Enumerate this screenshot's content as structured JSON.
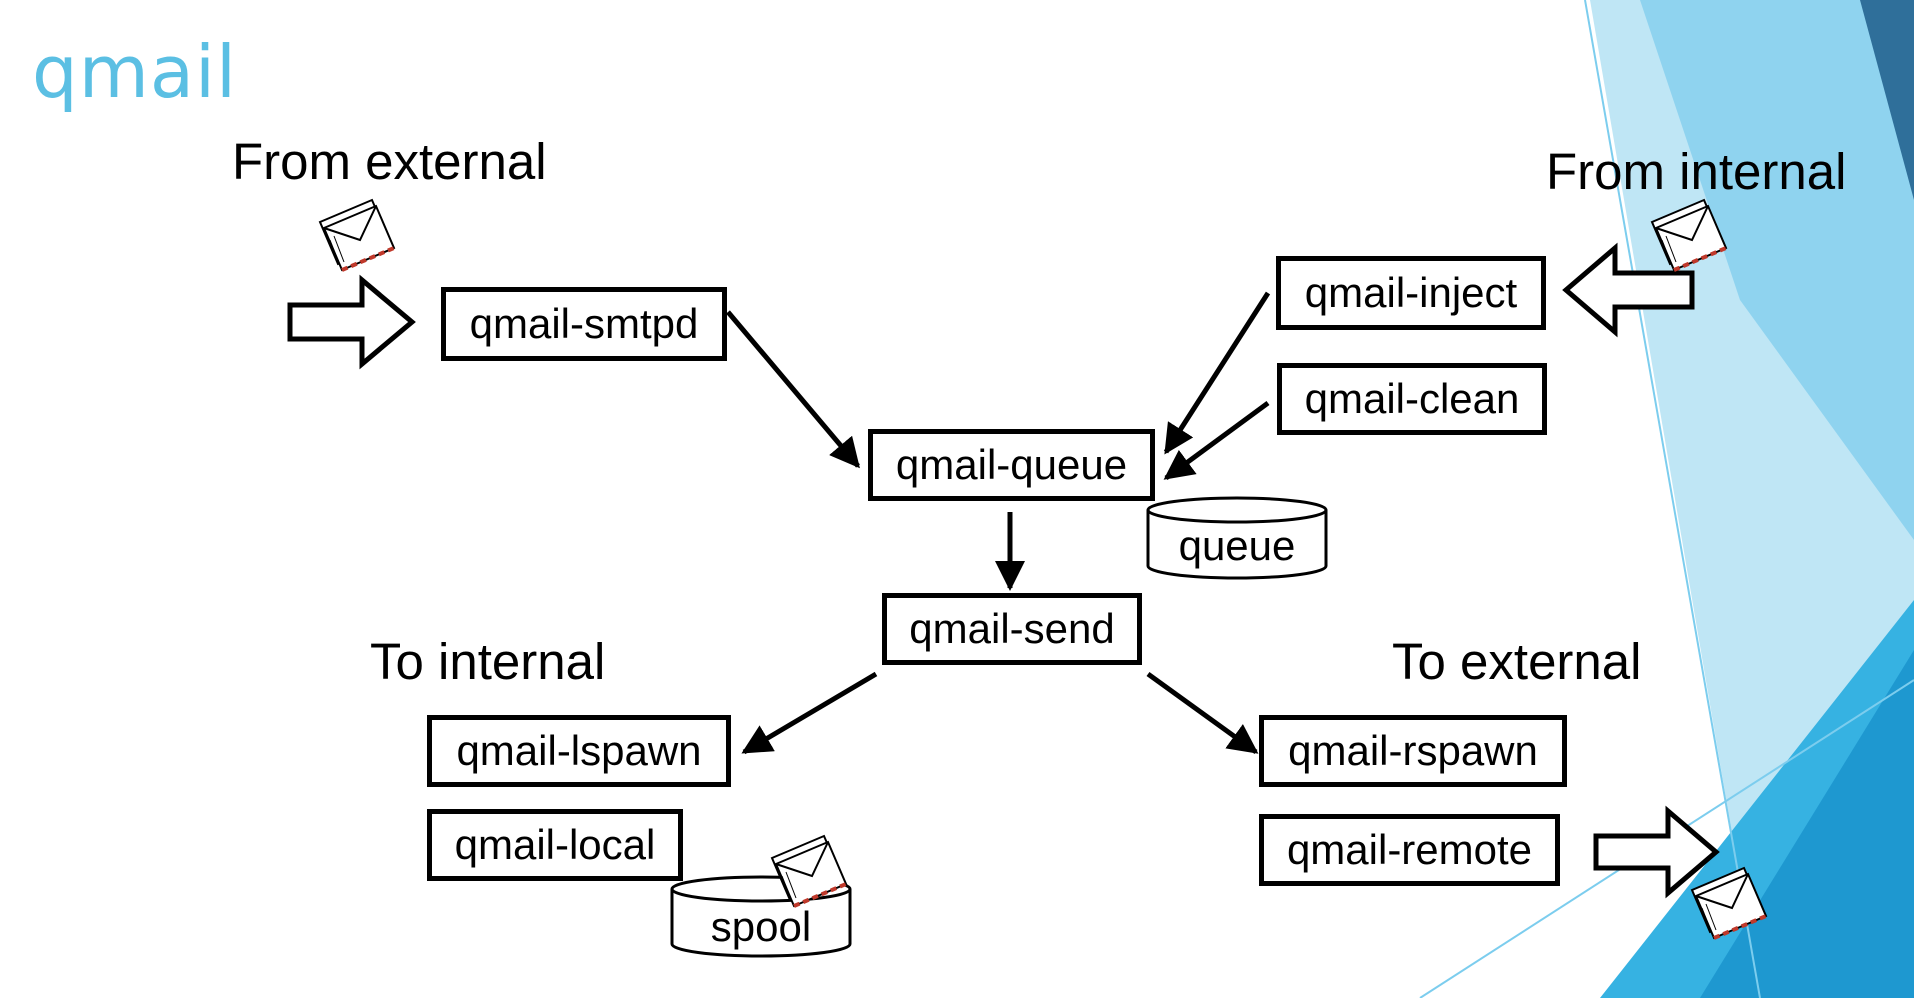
{
  "title": "qmail",
  "labels": {
    "from_external": "From external",
    "from_internal": "From internal",
    "to_internal": "To internal",
    "to_external": "To external"
  },
  "boxes": {
    "smtpd": "qmail-smtpd",
    "inject": "qmail-inject",
    "clean": "qmail-clean",
    "queue": "qmail-queue",
    "send": "qmail-send",
    "lspawn": "qmail-lspawn",
    "local": "qmail-local",
    "rspawn": "qmail-rspawn",
    "remote": "qmail-remote"
  },
  "stores": {
    "queue": "queue",
    "spool": "spool"
  },
  "icons": [
    "mail-envelope-icon"
  ],
  "colors": {
    "title": "#5bbfe3",
    "accent_light": "#bfe6f5",
    "accent_mid": "#7ccdee",
    "accent_dark": "#2a9fd6"
  }
}
